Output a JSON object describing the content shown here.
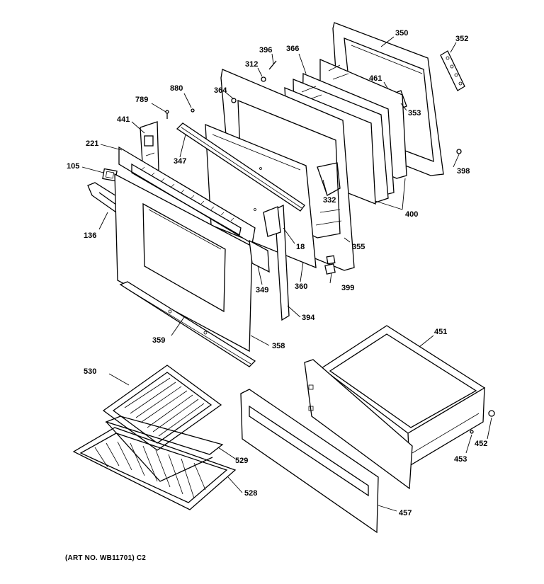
{
  "labels": [
    "350",
    "352",
    "396",
    "366",
    "312",
    "461",
    "880",
    "364",
    "789",
    "353",
    "441",
    "221",
    "105",
    "347",
    "398",
    "332",
    "400",
    "136",
    "18",
    "355",
    "349",
    "360",
    "399",
    "394",
    "358",
    "359",
    "451",
    "530",
    "452",
    "453",
    "529",
    "528",
    "457"
  ],
  "art_number": "(ART NO. WB11701) C2"
}
